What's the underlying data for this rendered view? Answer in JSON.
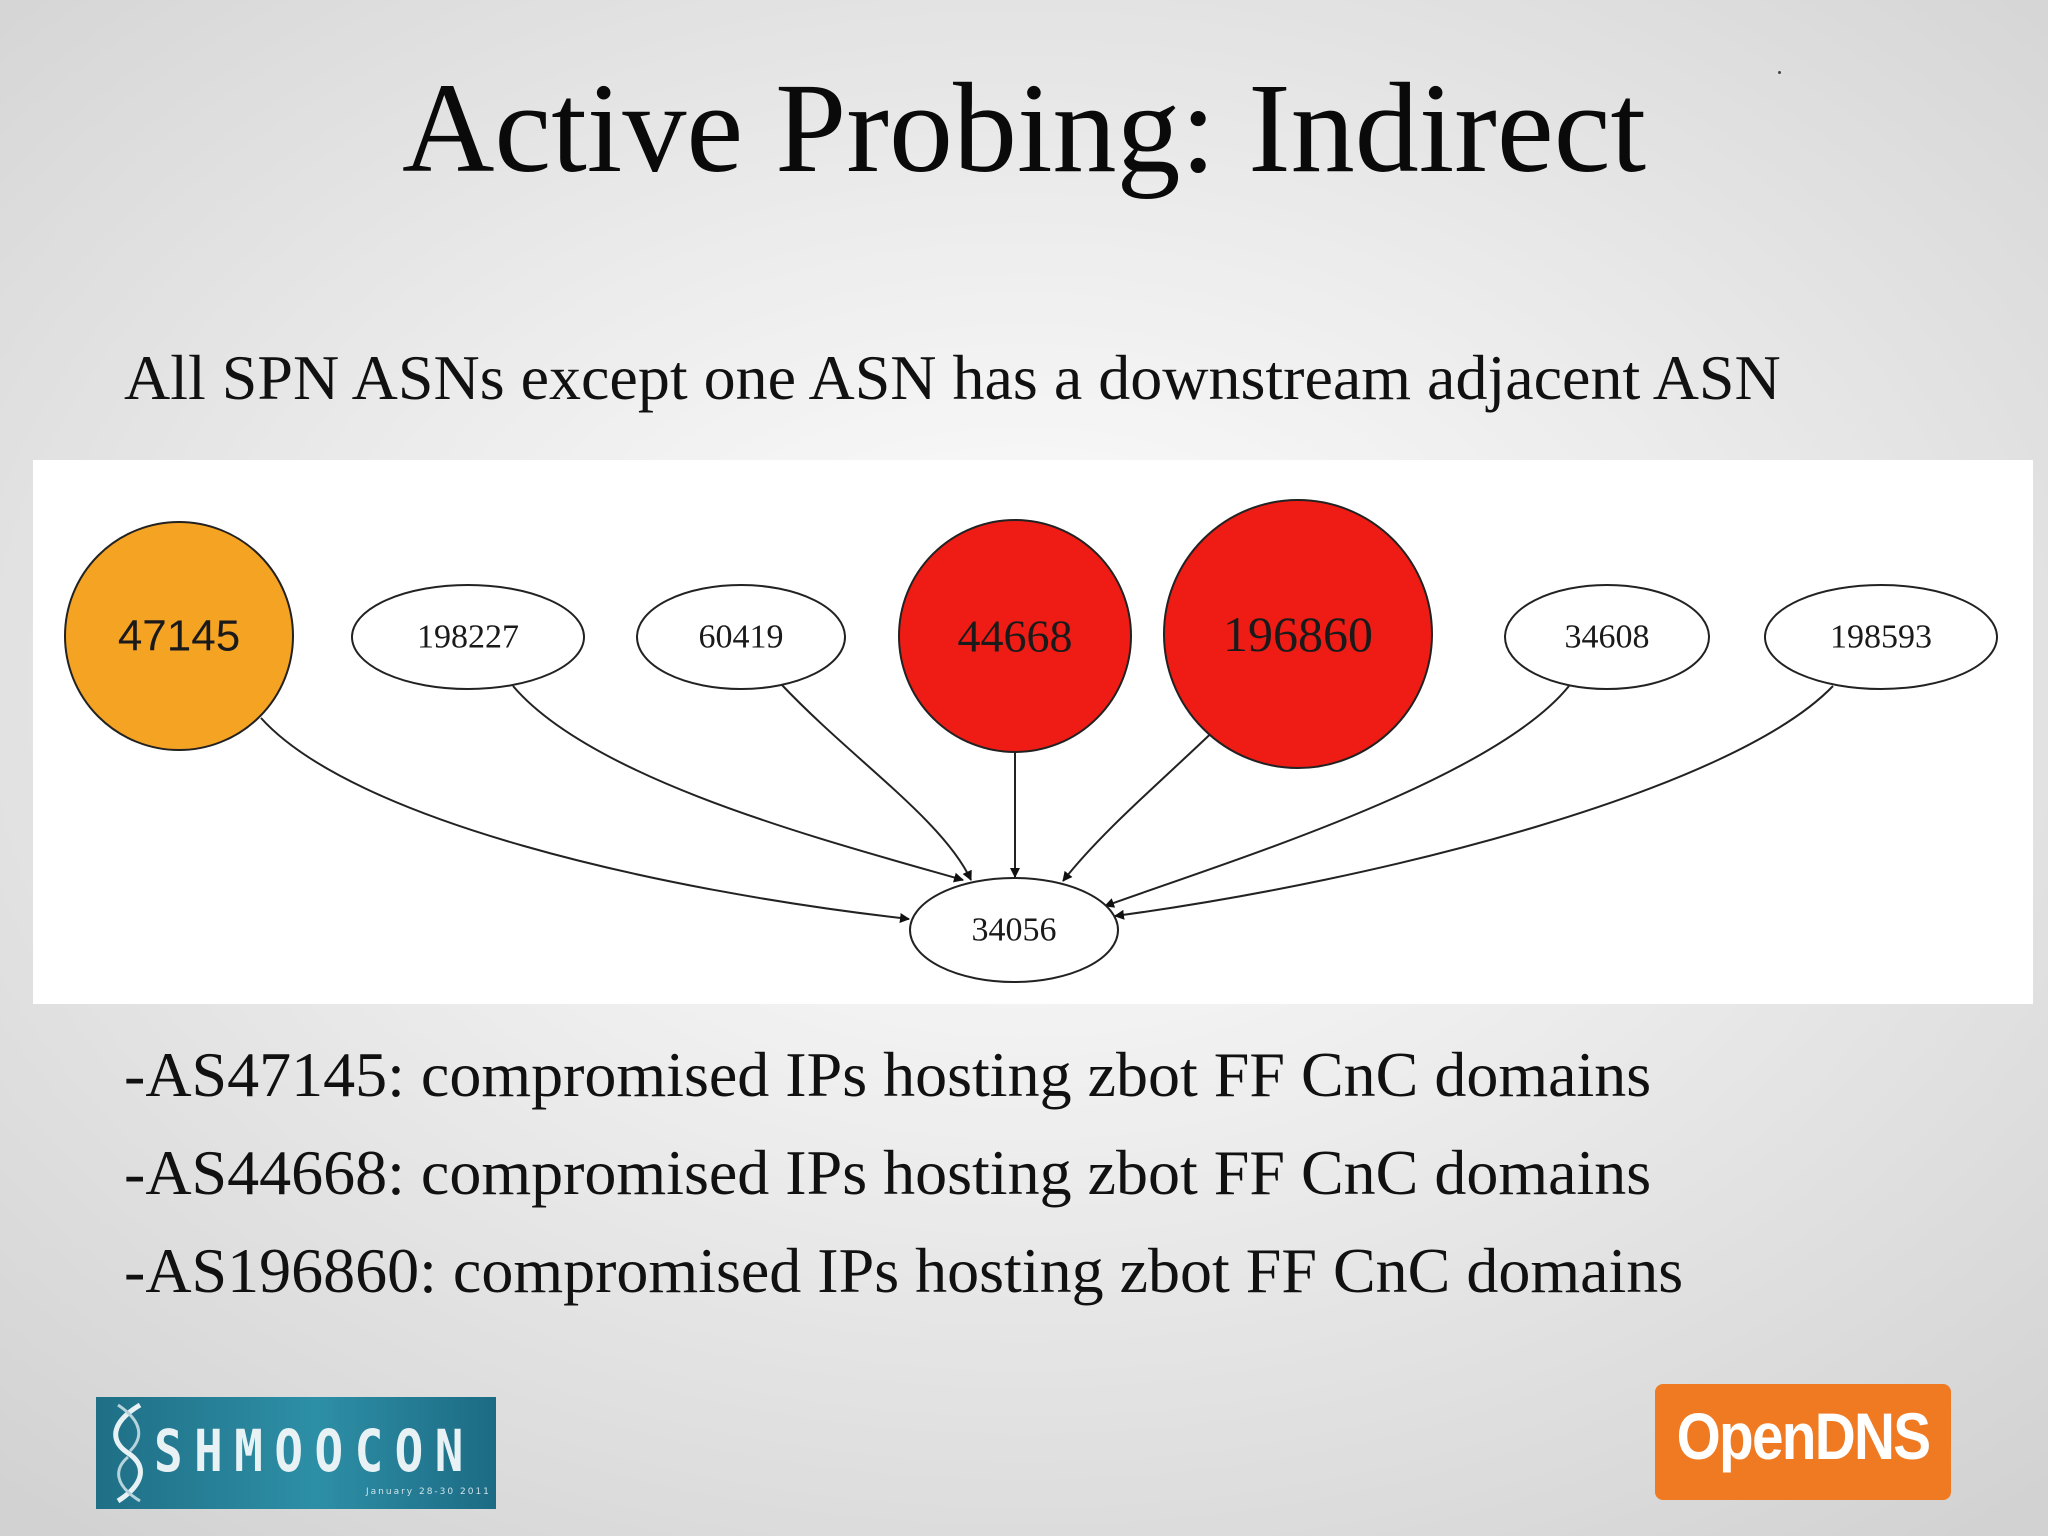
{
  "slide": {
    "title": "Active Probing: Indirect",
    "subtitle": "All SPN ASNs except one ASN has a downstream adjacent ASN",
    "bullets": [
      "-AS47145: compromised IPs hosting zbot FF CnC domains",
      "-AS44668: compromised IPs hosting zbot FF CnC domains",
      "-AS196860: compromised IPs hosting zbot FF CnC domains"
    ]
  },
  "diagram": {
    "colors": {
      "orange": "#f5a323",
      "red": "#ee1c14",
      "white": "#ffffff"
    },
    "nodes": [
      {
        "id": "47145",
        "label": "47145",
        "fill": "orange"
      },
      {
        "id": "198227",
        "label": "198227",
        "fill": "white"
      },
      {
        "id": "60419",
        "label": "60419",
        "fill": "white"
      },
      {
        "id": "44668",
        "label": "44668",
        "fill": "red"
      },
      {
        "id": "196860",
        "label": "196860",
        "fill": "red"
      },
      {
        "id": "34608",
        "label": "34608",
        "fill": "white"
      },
      {
        "id": "198593",
        "label": "198593",
        "fill": "white"
      },
      {
        "id": "34056",
        "label": "34056",
        "fill": "white"
      }
    ],
    "edges": [
      {
        "from": "47145",
        "to": "34056"
      },
      {
        "from": "198227",
        "to": "34056"
      },
      {
        "from": "60419",
        "to": "34056"
      },
      {
        "from": "44668",
        "to": "34056"
      },
      {
        "from": "196860",
        "to": "34056"
      },
      {
        "from": "34608",
        "to": "34056"
      },
      {
        "from": "198593",
        "to": "34056"
      }
    ]
  },
  "logos": {
    "shmoocon": "SHMOOCON",
    "shmoocon_date": "January 28-30 2011",
    "opendns": "OpenDNS"
  }
}
